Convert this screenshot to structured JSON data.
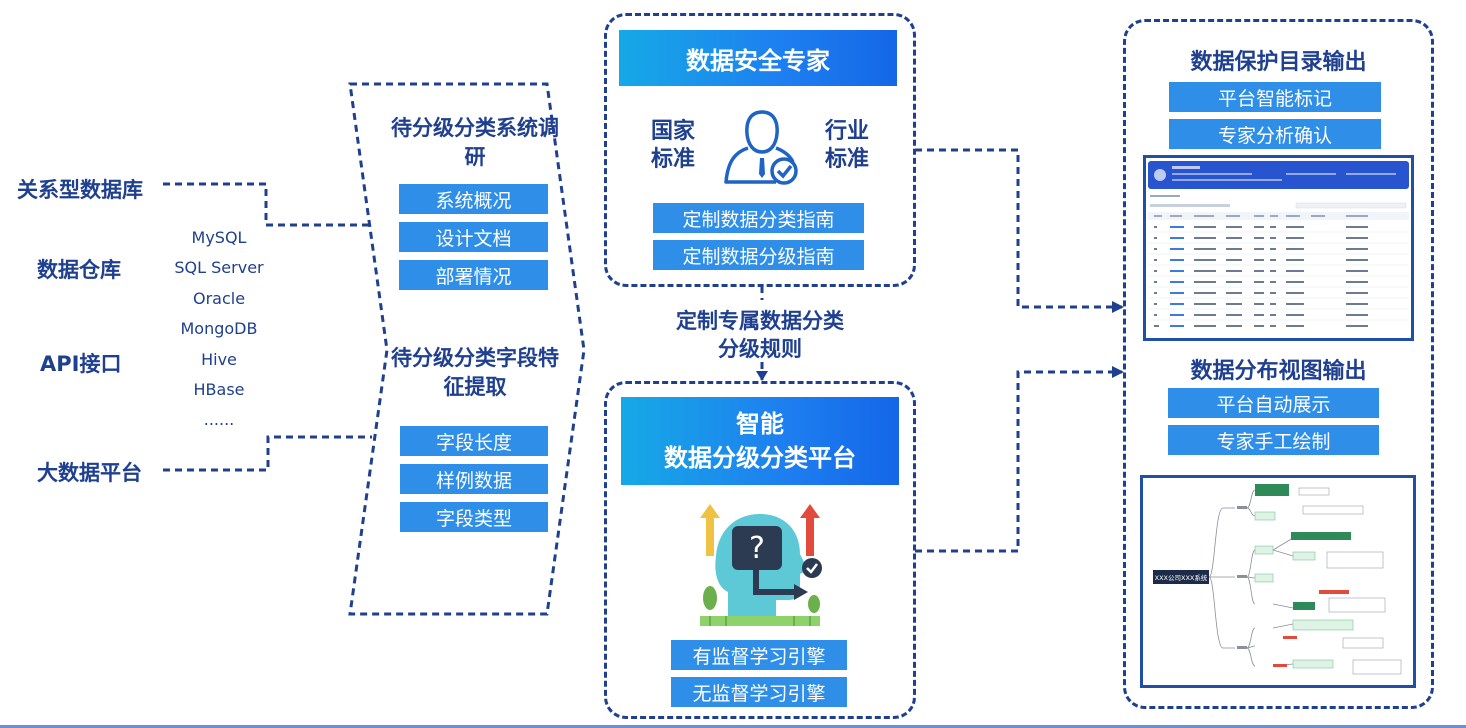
{
  "sources": {
    "relational_db": "关系型数据库",
    "data_warehouse": "数据仓库",
    "api": "API接口",
    "big_data": "大数据平台",
    "db_list": [
      "MySQL",
      "SQL Server",
      "Oracle",
      "MongoDB",
      "Hive",
      "HBase",
      "......"
    ]
  },
  "research": {
    "title1": "待分级分类系统调研",
    "items1": [
      "系统概况",
      "设计文档",
      "部署情况"
    ],
    "title2": "待分级分类字段特征提取",
    "items2": [
      "字段长度",
      "样例数据",
      "字段类型"
    ]
  },
  "expert": {
    "header": "数据安全专家",
    "left_label": "国家标准",
    "right_label": "行业标准",
    "items": [
      "定制数据分类指南",
      "定制数据分级指南"
    ]
  },
  "rules_label": "定制专属数据分类分级规则",
  "platform": {
    "header_line1": "智能",
    "header_line2": "数据分级分类平台",
    "items": [
      "有监督学习引擎",
      "无监督学习引擎"
    ]
  },
  "output": {
    "catalog_title": "数据保护目录输出",
    "catalog_items": [
      "平台智能标记",
      "专家分析确认"
    ],
    "map_title": "数据分布视图输出",
    "map_items": [
      "平台自动展示",
      "专家手工绘制"
    ],
    "mindmap_root": "XXX公司XXX系统"
  },
  "colors": {
    "navy": "#1f3f8f",
    "button_blue": "#2f8fe8",
    "header_gradient_start": "#16a9e6",
    "header_gradient_end": "#1467e8",
    "mindmap_green": "#2e8b57"
  }
}
